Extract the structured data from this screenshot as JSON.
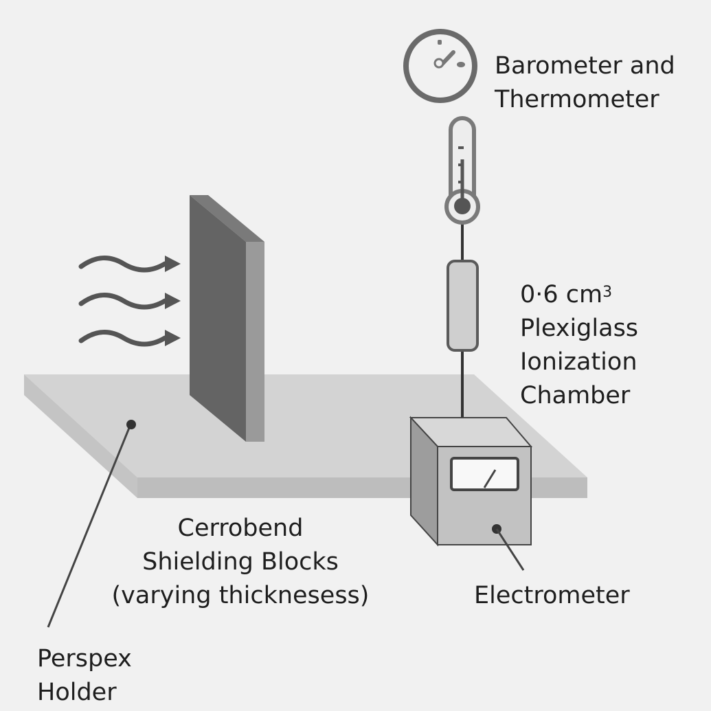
{
  "labels": {
    "barometer": {
      "line1": "Barometer and",
      "line2": "Thermometer"
    },
    "chamber": {
      "volume": "0·6 cm",
      "superscript": "3",
      "line2": "Plexiglass",
      "line3": "Ionization",
      "line4": "Chamber"
    },
    "cerrobend": {
      "line1": "Cerrobend",
      "line2": "Shielding Blocks",
      "line3": "(varying thicknesess)"
    },
    "electrometer": "Electrometer",
    "perspex": {
      "line1": "Perspex",
      "line2": "Holder"
    }
  },
  "colors": {
    "background": "#f1f1f1",
    "line": "#3a3a3a",
    "block_front": "#646464",
    "block_side": "#9a9a9a",
    "block_top": "#7a7a7a",
    "table_top": "#d3d3d3",
    "table_edge": "#bdbdbd",
    "box_front": "#c2c2c2",
    "box_side": "#9d9d9d",
    "box_top": "#d8d8d8",
    "chamber_fill": "#cfcfcf",
    "meter_face": "#f8f8f8"
  },
  "icons": [
    "radiation-beam-arrow",
    "gauge-icon",
    "thermometer-icon"
  ]
}
